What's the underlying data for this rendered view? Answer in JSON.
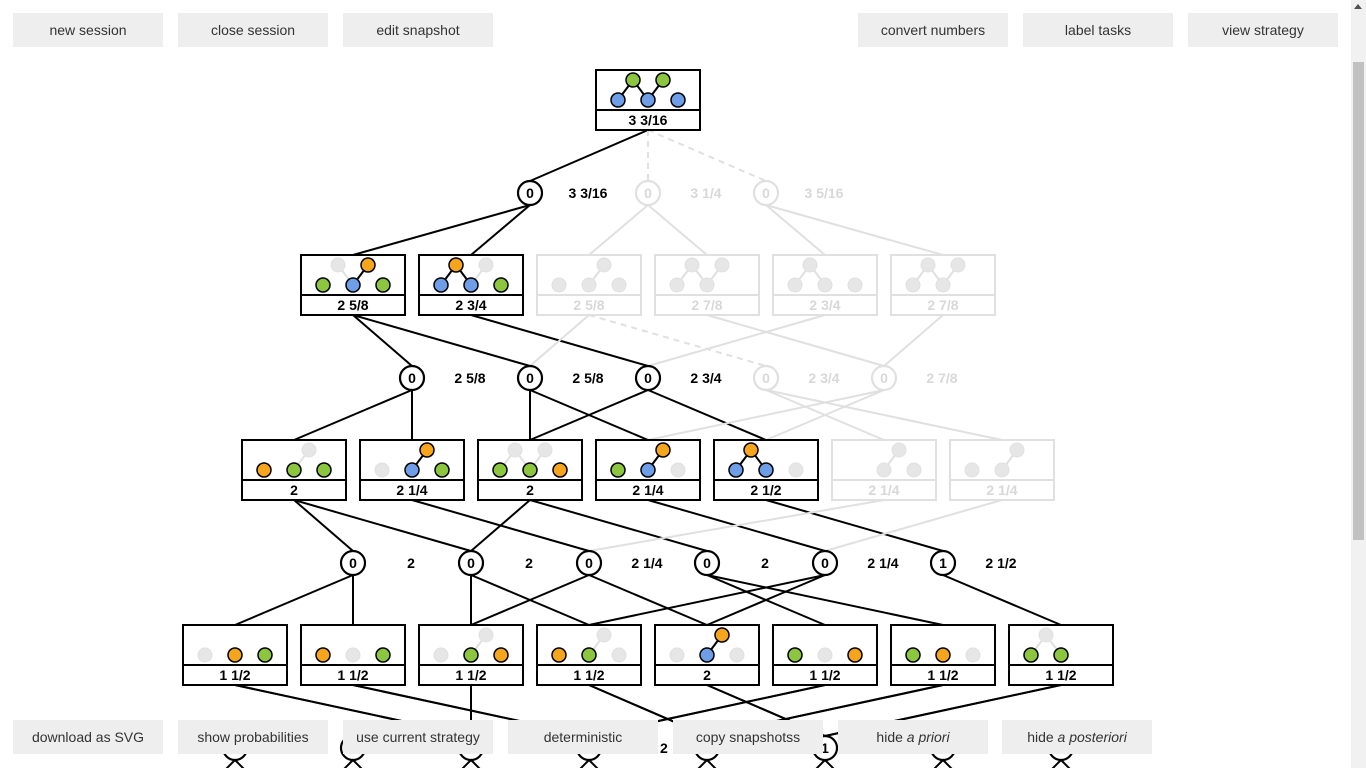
{
  "toolbar_top": {
    "left": [
      "new session",
      "close session",
      "edit snapshot"
    ],
    "right": [
      "convert numbers",
      "label tasks",
      "view strategy"
    ]
  },
  "toolbar_bottom": [
    {
      "pre": "download as SVG",
      "em": "",
      "post": ""
    },
    {
      "pre": "show probabilities",
      "em": "",
      "post": ""
    },
    {
      "pre": "use current strategy",
      "em": "",
      "post": ""
    },
    {
      "pre": "deterministic",
      "em": "",
      "post": ""
    },
    {
      "pre": "copy snapshotss",
      "em": "",
      "post": ""
    },
    {
      "pre": "hide ",
      "em": "a priori",
      "post": ""
    },
    {
      "pre": "hide ",
      "em": "a posteriori",
      "post": ""
    }
  ],
  "colors": {
    "blue": "#6f9ee8",
    "green": "#8cc63f",
    "orange": "#f7a51c",
    "gray": "#e6e6e6",
    "active": "#000000",
    "faded": "#e0e0e0"
  },
  "dot_order": [
    "bottom-left",
    "bottom-middle",
    "bottom-right",
    "top-left",
    "top-right"
  ],
  "snapshot_levels": [
    [
      {
        "value": "3 3/16",
        "active": true,
        "dots": [
          "blue",
          "blue",
          "blue",
          "green",
          "green"
        ],
        "links": [
          [
            3,
            0
          ],
          [
            3,
            1
          ],
          [
            4,
            1
          ]
        ],
        "children": [
          0
        ],
        "dashed_children": [
          1,
          2
        ]
      }
    ],
    [
      {
        "value": "2 5/8",
        "active": true,
        "dots": [
          "green",
          "blue",
          "green",
          "gray",
          "orange"
        ],
        "links": [
          [
            3,
            1
          ],
          [
            4,
            1
          ]
        ],
        "children": [
          0,
          1
        ],
        "dashed_children": []
      },
      {
        "value": "2 3/4",
        "active": true,
        "dots": [
          "blue",
          "blue",
          "green",
          "orange",
          "gray"
        ],
        "links": [
          [
            3,
            0
          ],
          [
            3,
            1
          ],
          [
            4,
            1
          ]
        ],
        "children": [
          2
        ],
        "dashed_children": []
      },
      {
        "value": "2 5/8",
        "active": false,
        "dots": [
          "gray",
          "gray",
          "gray",
          "none",
          "gray"
        ],
        "links": [
          [
            4,
            1
          ]
        ],
        "children": [
          1
        ],
        "dashed_children": [
          3
        ]
      },
      {
        "value": "2 7/8",
        "active": false,
        "dots": [
          "gray",
          "gray",
          "none",
          "gray",
          "gray"
        ],
        "links": [
          [
            3,
            0
          ],
          [
            3,
            1
          ],
          [
            4,
            1
          ]
        ],
        "children": [
          4
        ],
        "dashed_children": []
      },
      {
        "value": "2 3/4",
        "active": false,
        "dots": [
          "gray",
          "gray",
          "gray",
          "gray",
          "none"
        ],
        "links": [
          [
            3,
            0
          ],
          [
            3,
            1
          ]
        ],
        "children": [
          2
        ],
        "dashed_children": []
      },
      {
        "value": "2 7/8",
        "active": false,
        "dots": [
          "gray",
          "gray",
          "none",
          "gray",
          "gray"
        ],
        "links": [
          [
            3,
            0
          ],
          [
            3,
            1
          ],
          [
            4,
            1
          ]
        ],
        "children": [
          4
        ],
        "dashed_children": []
      }
    ],
    [
      {
        "value": "2",
        "active": true,
        "dots": [
          "orange",
          "green",
          "green",
          "none",
          "gray"
        ],
        "links": [
          [
            4,
            1
          ]
        ],
        "children": [
          0,
          1
        ],
        "dashed_children": []
      },
      {
        "value": "2 1/4",
        "active": true,
        "dots": [
          "gray",
          "blue",
          "green",
          "none",
          "orange"
        ],
        "links": [
          [
            4,
            1
          ]
        ],
        "children": [
          2
        ],
        "dashed_children": []
      },
      {
        "value": "2",
        "active": true,
        "dots": [
          "green",
          "green",
          "orange",
          "gray",
          "gray"
        ],
        "links": [
          [
            3,
            0
          ],
          [
            3,
            1
          ],
          [
            4,
            1
          ]
        ],
        "children": [
          1,
          3
        ],
        "dashed_children": []
      },
      {
        "value": "2 1/4",
        "active": true,
        "dots": [
          "green",
          "blue",
          "gray",
          "none",
          "orange"
        ],
        "links": [
          [
            4,
            1
          ]
        ],
        "children": [
          4
        ],
        "dashed_children": []
      },
      {
        "value": "2 1/2",
        "active": true,
        "dots": [
          "blue",
          "blue",
          "gray",
          "orange",
          "none"
        ],
        "links": [
          [
            3,
            0
          ],
          [
            3,
            1
          ]
        ],
        "children": [
          5
        ],
        "dashed_children": []
      },
      {
        "value": "2 1/4",
        "active": false,
        "dots": [
          "none",
          "gray",
          "gray",
          "none",
          "gray"
        ],
        "links": [
          [
            4,
            1
          ]
        ],
        "children": [
          2
        ],
        "dashed_children": []
      },
      {
        "value": "2 1/4",
        "active": false,
        "dots": [
          "gray",
          "gray",
          "none",
          "none",
          "gray"
        ],
        "links": [
          [
            4,
            1
          ]
        ],
        "children": [
          4
        ],
        "dashed_children": []
      }
    ],
    [
      {
        "value": "1 1/2",
        "active": true,
        "dots": [
          "gray",
          "orange",
          "green",
          "none",
          "none"
        ],
        "links": [],
        "children": [
          2
        ],
        "dashed_children": []
      },
      {
        "value": "1 1/2",
        "active": true,
        "dots": [
          "orange",
          "gray",
          "green",
          "none",
          "none"
        ],
        "links": [],
        "children": [
          3
        ],
        "dashed_children": []
      },
      {
        "value": "1 1/2",
        "active": true,
        "dots": [
          "gray",
          "green",
          "orange",
          "none",
          "gray"
        ],
        "links": [
          [
            4,
            1
          ]
        ],
        "children": [
          2
        ],
        "dashed_children": []
      },
      {
        "value": "1 1/2",
        "active": true,
        "dots": [
          "orange",
          "green",
          "gray",
          "none",
          "gray"
        ],
        "links": [
          [
            4,
            1
          ]
        ],
        "children": [
          4
        ],
        "dashed_children": []
      },
      {
        "value": "2",
        "active": true,
        "dots": [
          "gray",
          "blue",
          "gray",
          "none",
          "orange"
        ],
        "links": [
          [
            4,
            1
          ]
        ],
        "children": [
          5
        ],
        "dashed_children": []
      },
      {
        "value": "1 1/2",
        "active": true,
        "dots": [
          "green",
          "gray",
          "orange",
          "none",
          "none"
        ],
        "links": [],
        "children": [
          3
        ],
        "dashed_children": []
      },
      {
        "value": "1 1/2",
        "active": true,
        "dots": [
          "green",
          "orange",
          "gray",
          "none",
          "none"
        ],
        "links": [],
        "children": [
          4
        ],
        "dashed_children": []
      },
      {
        "value": "1 1/2",
        "active": true,
        "dots": [
          "green",
          "green",
          "none",
          "gray",
          "none"
        ],
        "links": [
          [
            3,
            0
          ],
          [
            3,
            1
          ]
        ],
        "children": [
          5
        ],
        "dashed_children": []
      }
    ]
  ],
  "chance_levels": [
    [
      {
        "value": "0",
        "label": "3 3/16",
        "active": true,
        "children": [
          0,
          1
        ]
      },
      {
        "value": "0",
        "label": "3 1/4",
        "active": false,
        "children": [
          2,
          3
        ]
      },
      {
        "value": "0",
        "label": "3 5/16",
        "active": false,
        "children": [
          4,
          5
        ]
      }
    ],
    [
      {
        "value": "0",
        "label": "2 5/8",
        "active": true,
        "children": [
          0,
          1
        ]
      },
      {
        "value": "0",
        "label": "2 5/8",
        "active": true,
        "children": [
          2,
          3
        ]
      },
      {
        "value": "0",
        "label": "2 3/4",
        "active": true,
        "children": [
          2,
          4
        ]
      },
      {
        "value": "0",
        "label": "2 3/4",
        "active": false,
        "children": [
          5,
          6
        ]
      },
      {
        "value": "0",
        "label": "2 7/8",
        "active": false,
        "children": [
          3,
          4
        ]
      }
    ],
    [
      {
        "value": "0",
        "label": "2",
        "active": true,
        "children": [
          0,
          1
        ]
      },
      {
        "value": "0",
        "label": "2",
        "active": true,
        "children": [
          2,
          3
        ]
      },
      {
        "value": "0",
        "label": "2 1/4",
        "active": true,
        "children": [
          2,
          4
        ]
      },
      {
        "value": "0",
        "label": "2",
        "active": true,
        "children": [
          5,
          6
        ]
      },
      {
        "value": "0",
        "label": "2 1/4",
        "active": true,
        "children": [
          3,
          4
        ]
      },
      {
        "value": "1",
        "label": "2 1/2",
        "active": true,
        "children": [
          7
        ]
      }
    ],
    [
      {
        "value": "",
        "label": "",
        "active": true,
        "children": []
      },
      {
        "value": "",
        "label": "",
        "active": true,
        "children": []
      },
      {
        "value": "",
        "label": "",
        "active": true,
        "children": []
      },
      {
        "value": "",
        "label": "2",
        "active": true,
        "children": []
      },
      {
        "value": "",
        "label": "",
        "active": true,
        "children": []
      },
      {
        "value": "1",
        "label": "",
        "active": true,
        "children": []
      },
      {
        "value": "",
        "label": "",
        "active": true,
        "children": []
      },
      {
        "value": "",
        "label": "",
        "active": true,
        "children": []
      }
    ]
  ]
}
